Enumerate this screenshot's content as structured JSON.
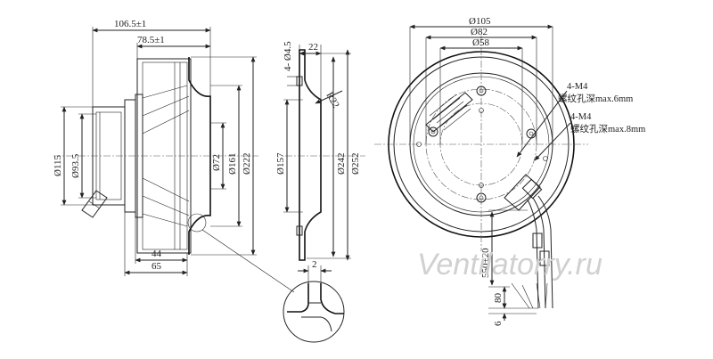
{
  "side_view": {
    "dims": {
      "overall_depth": "106.5±1",
      "flange_depth": "78.5±1",
      "d_115": "Ø115",
      "d_93_5": "Ø93.5",
      "d_72": "Ø72",
      "d_161": "Ø161",
      "d_222": "Ø222",
      "len_44": "44",
      "len_65": "65"
    }
  },
  "inlet_ring_view": {
    "dims": {
      "holes": "4- Ø4.5",
      "width_22": "22",
      "radius": "R22",
      "d_157": "Ø157",
      "d_242": "Ø242",
      "d_252": "Ø252"
    }
  },
  "detail_view": {
    "dims": {
      "gap_2": "2"
    }
  },
  "front_view": {
    "dims": {
      "d_105": "Ø105",
      "d_82": "Ø82",
      "d_58": "Ø58",
      "cable_len": "550±20",
      "len_80": "80",
      "len_6": "6"
    },
    "notes": {
      "m4_a": "4-M4",
      "depth_a": "螺纹孔深max.6mm",
      "m4_b": "4-M4",
      "depth_b": "螺纹孔深max.8mm"
    }
  },
  "watermark": "Ventilatorry.ru"
}
